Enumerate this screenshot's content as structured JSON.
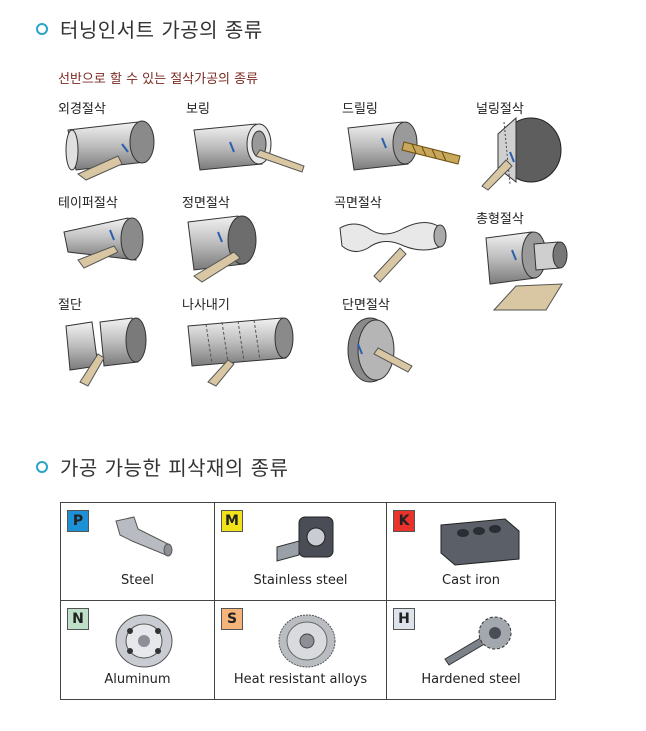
{
  "section1": {
    "title": "터닝인서트 가공의 종류"
  },
  "diagram": {
    "caption": "선반으로 할 수 있는 절삭가공의 종류",
    "operations": [
      "외경절삭",
      "보링",
      "드릴링",
      "널링절삭",
      "테이퍼절삭",
      "정면절삭",
      "곡면절삭",
      "총형절삭",
      "절단",
      "나사내기",
      "단면절삭"
    ]
  },
  "section2": {
    "title": "가공 가능한 피삭재의 종류"
  },
  "materials": [
    {
      "code": "P",
      "label": "Steel",
      "color": "#1e90d6"
    },
    {
      "code": "M",
      "label": "Stainless steel",
      "color": "#f2e21a"
    },
    {
      "code": "K",
      "label": "Cast iron",
      "color": "#e8322b"
    },
    {
      "code": "N",
      "label": "Aluminum",
      "color": "#bfe0c8"
    },
    {
      "code": "S",
      "label": "Heat resistant alloys",
      "color": "#f5b47a"
    },
    {
      "code": "H",
      "label": "Hardened steel",
      "color": "#dde3ea"
    }
  ]
}
